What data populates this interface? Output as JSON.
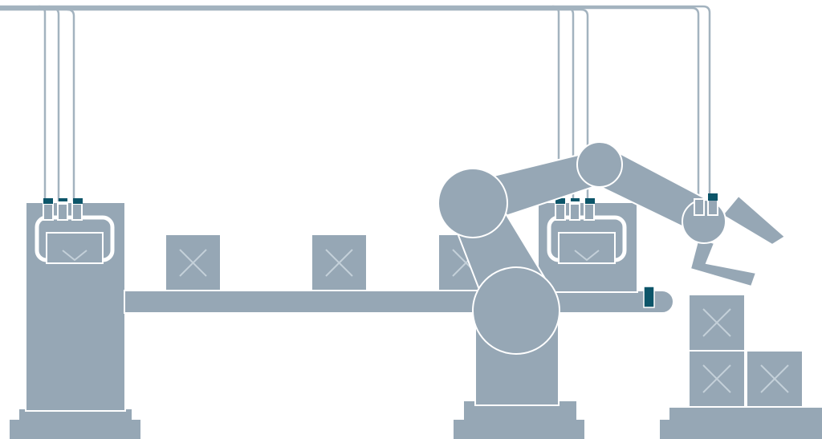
{
  "colors": {
    "machine": "#96a7b5",
    "wire": "#a3b3bf",
    "sensor": "#0c5569",
    "outline": "#ffffff",
    "background": "#ffffff"
  },
  "scene": {
    "cable_sets": 3,
    "conveyor_boxes": 3,
    "stacked_boxes": 3,
    "robot_joints": 4
  }
}
